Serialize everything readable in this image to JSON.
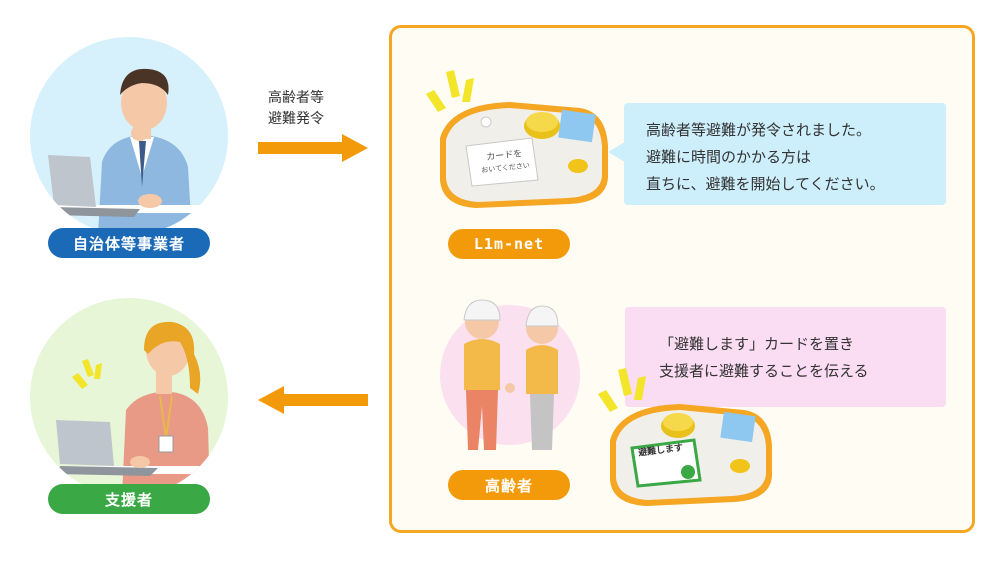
{
  "colors": {
    "blue_badge": "#1a6ab8",
    "green_badge": "#3aa845",
    "orange": "#f29a0a",
    "panel_border": "#f5a623",
    "panel_bg": "#fffdf3",
    "bubble_blue": "#cdeefb",
    "bubble_pink": "#fadcf3",
    "circle_blue": "#d6f1fb",
    "circle_green": "#e6f6d7",
    "circle_pink": "#fbe0ef"
  },
  "municipality": {
    "label": "自治体等事業者"
  },
  "supporter": {
    "label": "支援者"
  },
  "arrow_right": {
    "label_line1": "高齢者等",
    "label_line2": "避難発令"
  },
  "device": {
    "label": "L1m-net",
    "card_text_1": "カードを",
    "card_text_2": "おいてください",
    "card2_text": "避難します",
    "bubble_line1": "高齢者等避難が発令されました。",
    "bubble_line2": "避難に時間のかかる方は",
    "bubble_line3": "直ちに、避難を開始してください。"
  },
  "elderly": {
    "label": "高齢者",
    "bubble_line1": "「避難します」カードを置き",
    "bubble_line2": "支援者に避難することを伝える"
  },
  "icons": [
    "sparkle-icon",
    "arrow-right-icon",
    "arrow-left-icon"
  ]
}
